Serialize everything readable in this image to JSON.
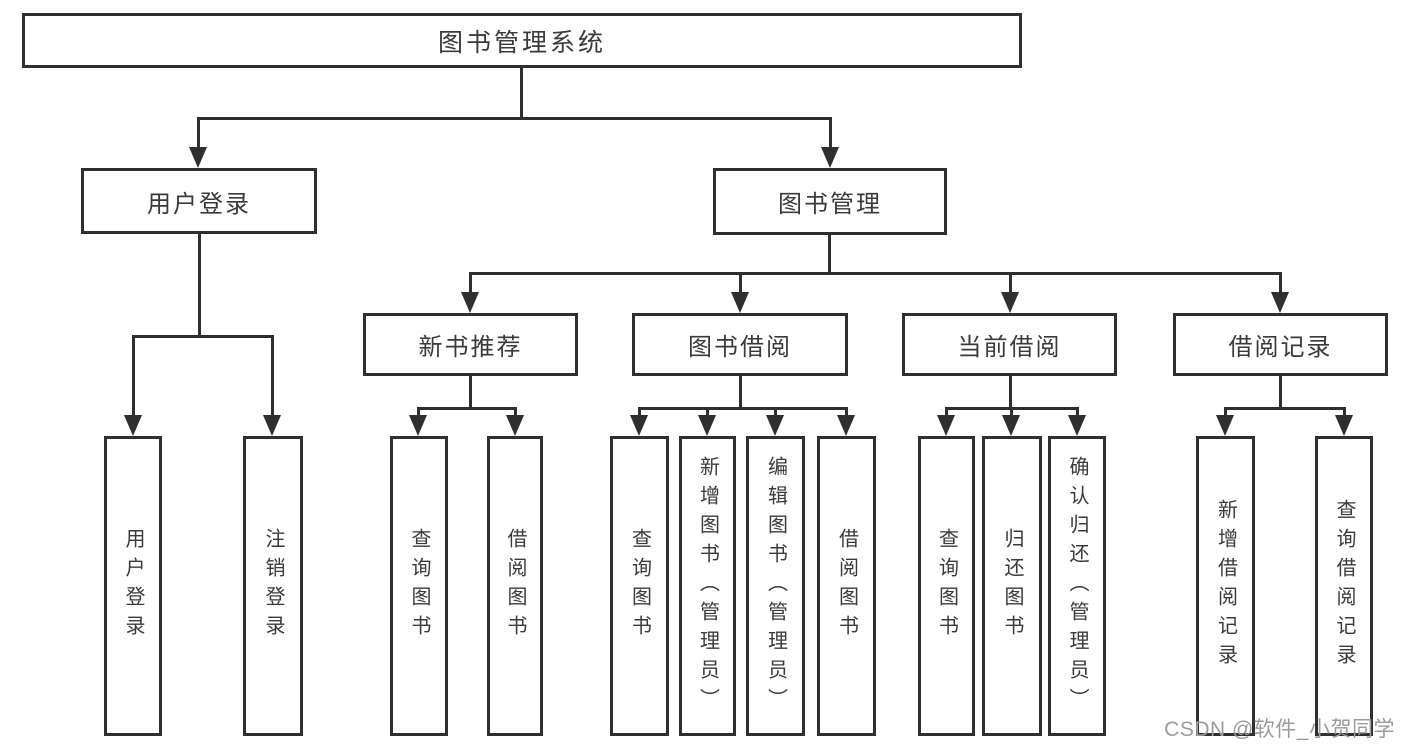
{
  "diagram": {
    "root": {
      "label": "图书管理系统"
    },
    "level2": [
      {
        "label": "用户登录"
      },
      {
        "label": "图书管理"
      }
    ],
    "level3": [
      {
        "label": "新书推荐",
        "parent": "图书管理"
      },
      {
        "label": "图书借阅",
        "parent": "图书管理"
      },
      {
        "label": "当前借阅",
        "parent": "图书管理"
      },
      {
        "label": "借阅记录",
        "parent": "图书管理"
      }
    ],
    "leaves": [
      {
        "label": "用户登录",
        "parent": "用户登录"
      },
      {
        "label": "注销登录",
        "parent": "用户登录"
      },
      {
        "label": "查询图书",
        "parent": "新书推荐"
      },
      {
        "label": "借阅图书",
        "parent": "新书推荐"
      },
      {
        "label": "查询图书",
        "parent": "图书借阅"
      },
      {
        "label": "新增图书（管理员）",
        "parent": "图书借阅"
      },
      {
        "label": "编辑图书（管理员）",
        "parent": "图书借阅"
      },
      {
        "label": "借阅图书",
        "parent": "图书借阅"
      },
      {
        "label": "查询图书",
        "parent": "当前借阅"
      },
      {
        "label": "归还图书",
        "parent": "当前借阅"
      },
      {
        "label": "确认归还（管理员）",
        "parent": "当前借阅"
      },
      {
        "label": "新增借阅记录",
        "parent": "借阅记录"
      },
      {
        "label": "查询借阅记录",
        "parent": "借阅记录"
      }
    ],
    "watermark": "CSDN @软件_小贺同学",
    "colors": {
      "line": "#2f2f2f",
      "text": "#3a3a3a",
      "background": "#ffffff",
      "watermark": "#9b9b9b"
    }
  }
}
